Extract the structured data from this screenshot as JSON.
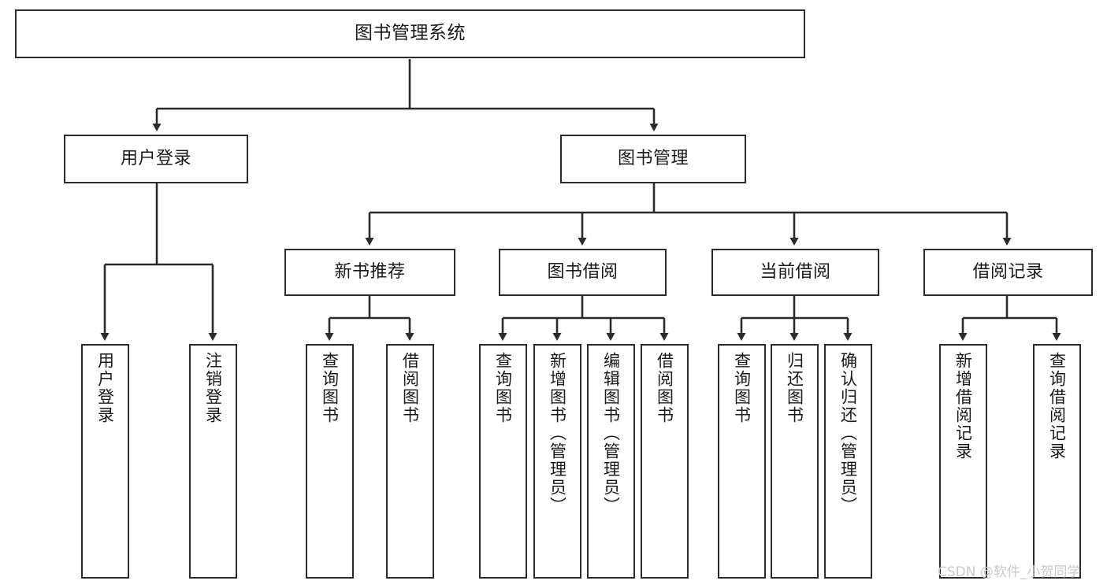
{
  "diagram": {
    "title": "图书管理系统",
    "type": "tree",
    "watermark": "CSDN @软件_小贺同学",
    "colors": {
      "stroke": "#2b2b2b",
      "fill": "#ffffff",
      "text": "#1a1a1a",
      "watermark": "#c9c9c9"
    },
    "nodes": {
      "root": {
        "label": "图书管理系统"
      },
      "level1": [
        {
          "label": "用户登录"
        },
        {
          "label": "图书管理"
        }
      ],
      "level2": [
        {
          "label": "新书推荐"
        },
        {
          "label": "图书借阅"
        },
        {
          "label": "当前借阅"
        },
        {
          "label": "借阅记录"
        }
      ],
      "leaves_user_login": [
        {
          "label": "用户登录"
        },
        {
          "label": "注销登录"
        }
      ],
      "leaves_new_books": [
        {
          "label": "查询图书"
        },
        {
          "label": "借阅图书"
        }
      ],
      "leaves_borrow": [
        {
          "label": "查询图书"
        },
        {
          "label": "新增图书（管理员）"
        },
        {
          "label": "编辑图书（管理员）"
        },
        {
          "label": "借阅图书"
        }
      ],
      "leaves_current": [
        {
          "label": "查询图书"
        },
        {
          "label": "归还图书"
        },
        {
          "label": "确认归还（管理员）"
        }
      ],
      "leaves_records": [
        {
          "label": "新增借阅记录"
        },
        {
          "label": "查询借阅记录"
        }
      ]
    }
  }
}
